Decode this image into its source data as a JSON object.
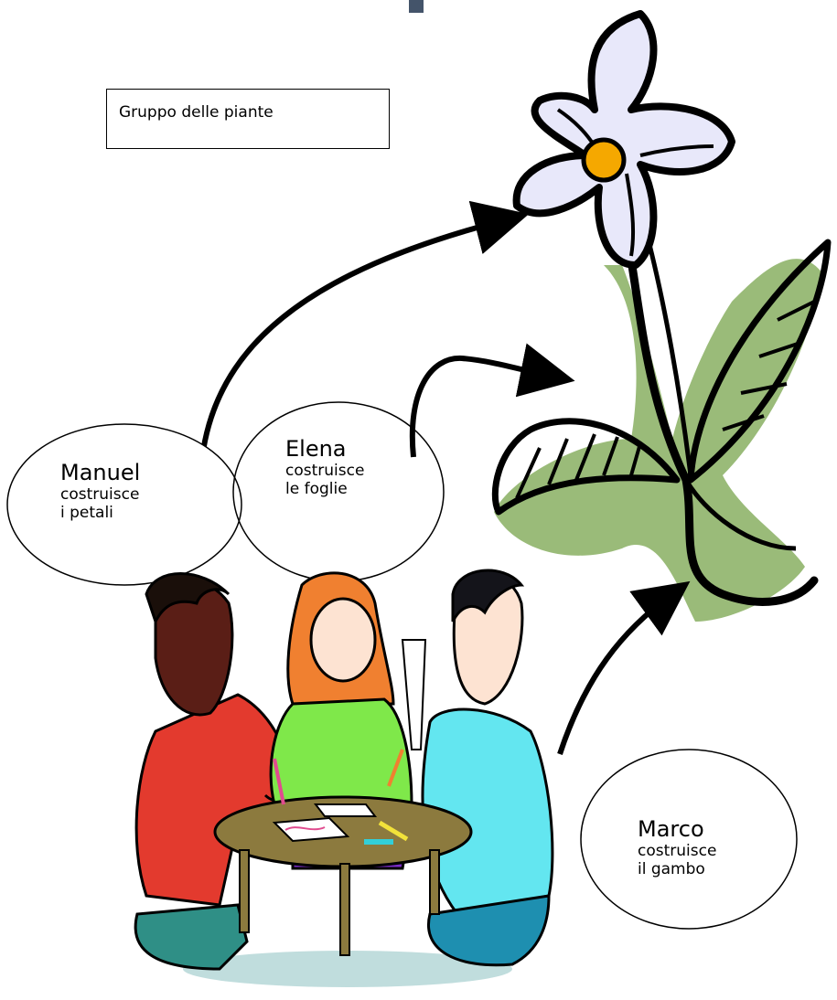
{
  "title_box": {
    "label": "Gruppo delle piante"
  },
  "bubbles": {
    "manuel": {
      "name": "Manuel",
      "line1": "costruisce",
      "line2": "i petali"
    },
    "elena": {
      "name": "Elena",
      "line1": "costruisce",
      "line2": "le foglie"
    },
    "marco": {
      "name": "Marco",
      "line1": "costruisce",
      "line2": "il gambo"
    }
  },
  "colors": {
    "petal": "#e8e8fa",
    "flower_center": "#f5a800",
    "leaf": "#8fb46a",
    "shirt_red": "#e33a2e",
    "shirt_green": "#7fe84a",
    "shirt_cyan": "#63e6f0",
    "table": "#8c7a3e",
    "accent_bar": "#44546a"
  },
  "icons": [
    "flower-illustration",
    "children-at-table-illustration"
  ]
}
